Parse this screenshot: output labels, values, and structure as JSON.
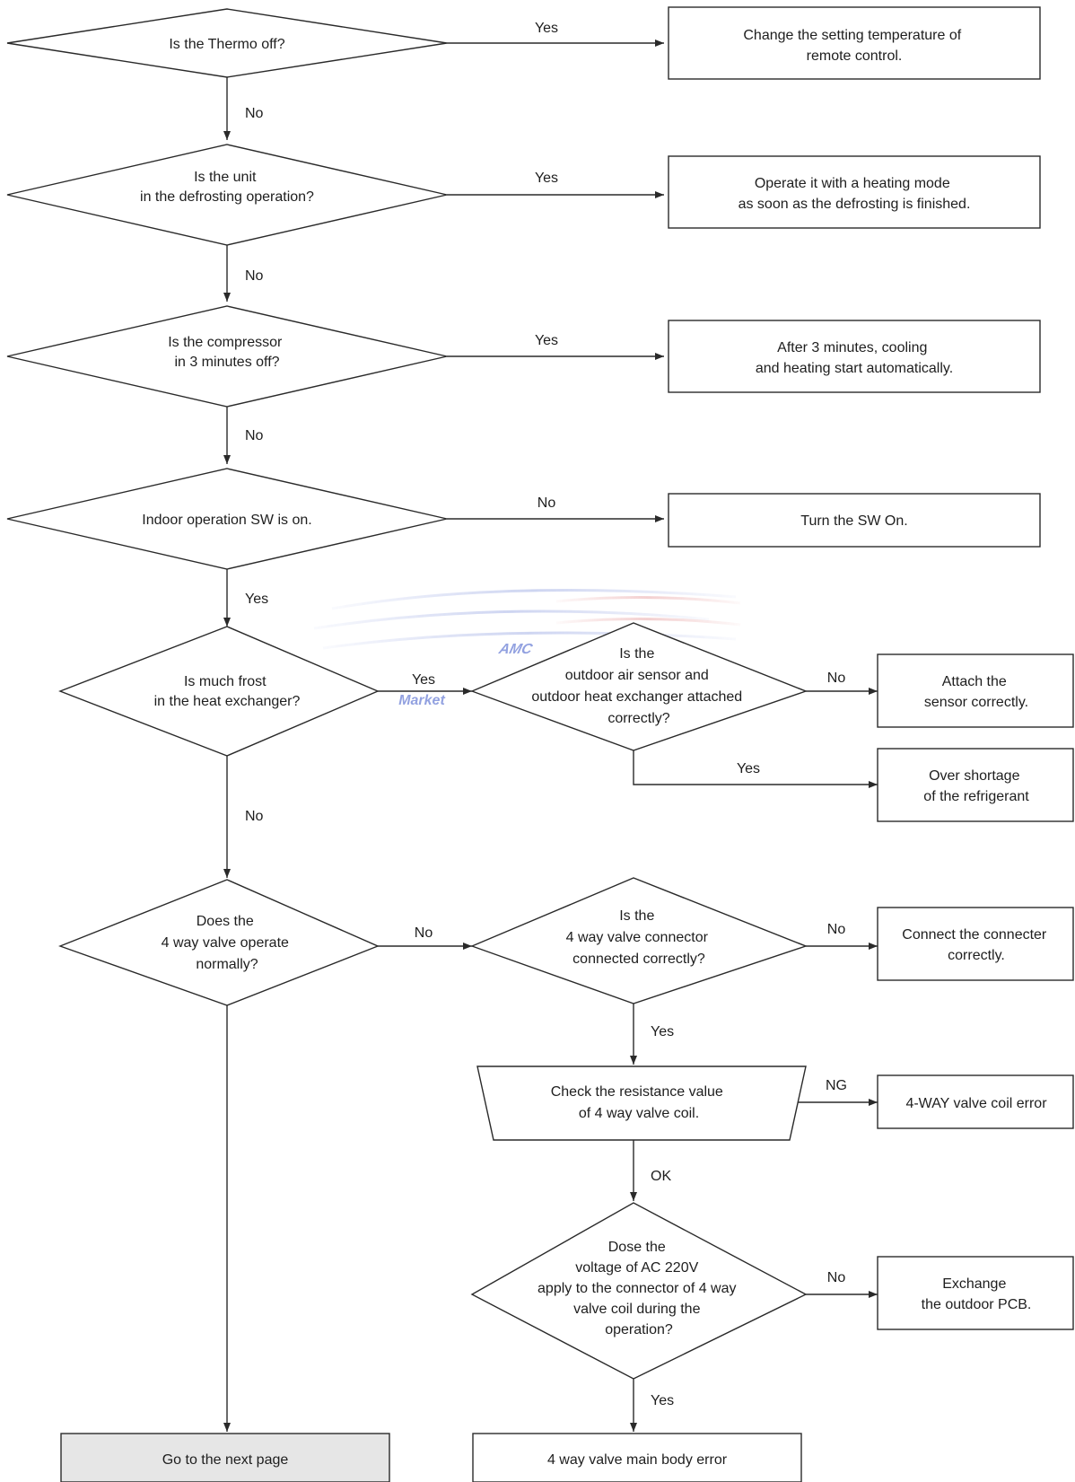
{
  "watermark": {
    "text": "AMC",
    "subtext": "Market",
    "colors": {
      "blue": "#3a56c8",
      "red": "#d04040"
    }
  },
  "decisions": {
    "thermo_off": [
      "Is the Thermo off?"
    ],
    "defrosting": [
      "Is the unit",
      "in the defrosting operation?"
    ],
    "compressor_off": [
      "Is the compressor",
      "in 3 minutes off?"
    ],
    "indoor_sw": [
      "Indoor operation SW is on."
    ],
    "frost": [
      "Is much frost",
      "in the heat exchanger?"
    ],
    "sensor_attached": [
      "Is the",
      "outdoor air sensor and",
      "outdoor heat exchanger attached",
      "correctly?"
    ],
    "valve_operate": [
      "Does the",
      "4 way valve operate",
      "normally?"
    ],
    "valve_connector": [
      "Is the",
      "4 way valve connector",
      "connected correctly?"
    ],
    "voltage_apply": [
      "Dose the",
      "voltage of AC 220V",
      "apply to the connector of 4 way",
      "valve coil during the",
      "operation?"
    ]
  },
  "checks": {
    "coil_resistance": [
      "Check the resistance value",
      "of 4 way valve coil."
    ]
  },
  "actions": {
    "change_setting": [
      "Change the setting temperature of",
      "remote control."
    ],
    "heating_mode": [
      "Operate it with a heating mode",
      "as soon as the defrosting is finished."
    ],
    "auto_start": [
      "After 3 minutes, cooling",
      "and heating start automatically."
    ],
    "turn_sw_on": [
      "Turn the SW On."
    ],
    "attach_sensor": [
      "Attach the",
      "sensor correctly."
    ],
    "refrigerant_shortage": [
      "Over shortage",
      "of the refrigerant"
    ],
    "connect_connecter": [
      "Connect the connecter",
      "correctly."
    ],
    "coil_error": [
      "4-WAY valve coil error"
    ],
    "exchange_pcb": [
      "Exchange",
      "the outdoor PCB."
    ],
    "main_body_error": [
      "4 way valve main body error"
    ],
    "next_page": [
      "Go to the next page"
    ]
  },
  "edge_labels": {
    "thermo_yes": "Yes",
    "thermo_no": "No",
    "defrost_yes": "Yes",
    "defrost_no": "No",
    "compressor_yes": "Yes",
    "compressor_no": "No",
    "sw_no": "No",
    "sw_yes": "Yes",
    "frost_yes": "Yes",
    "frost_no": "No",
    "sensor_no": "No",
    "sensor_yes": "Yes",
    "valve_no": "No",
    "connector_no": "No",
    "connector_yes": "Yes",
    "coil_ng": "NG",
    "coil_ok": "OK",
    "voltage_no": "No",
    "voltage_yes": "Yes"
  }
}
